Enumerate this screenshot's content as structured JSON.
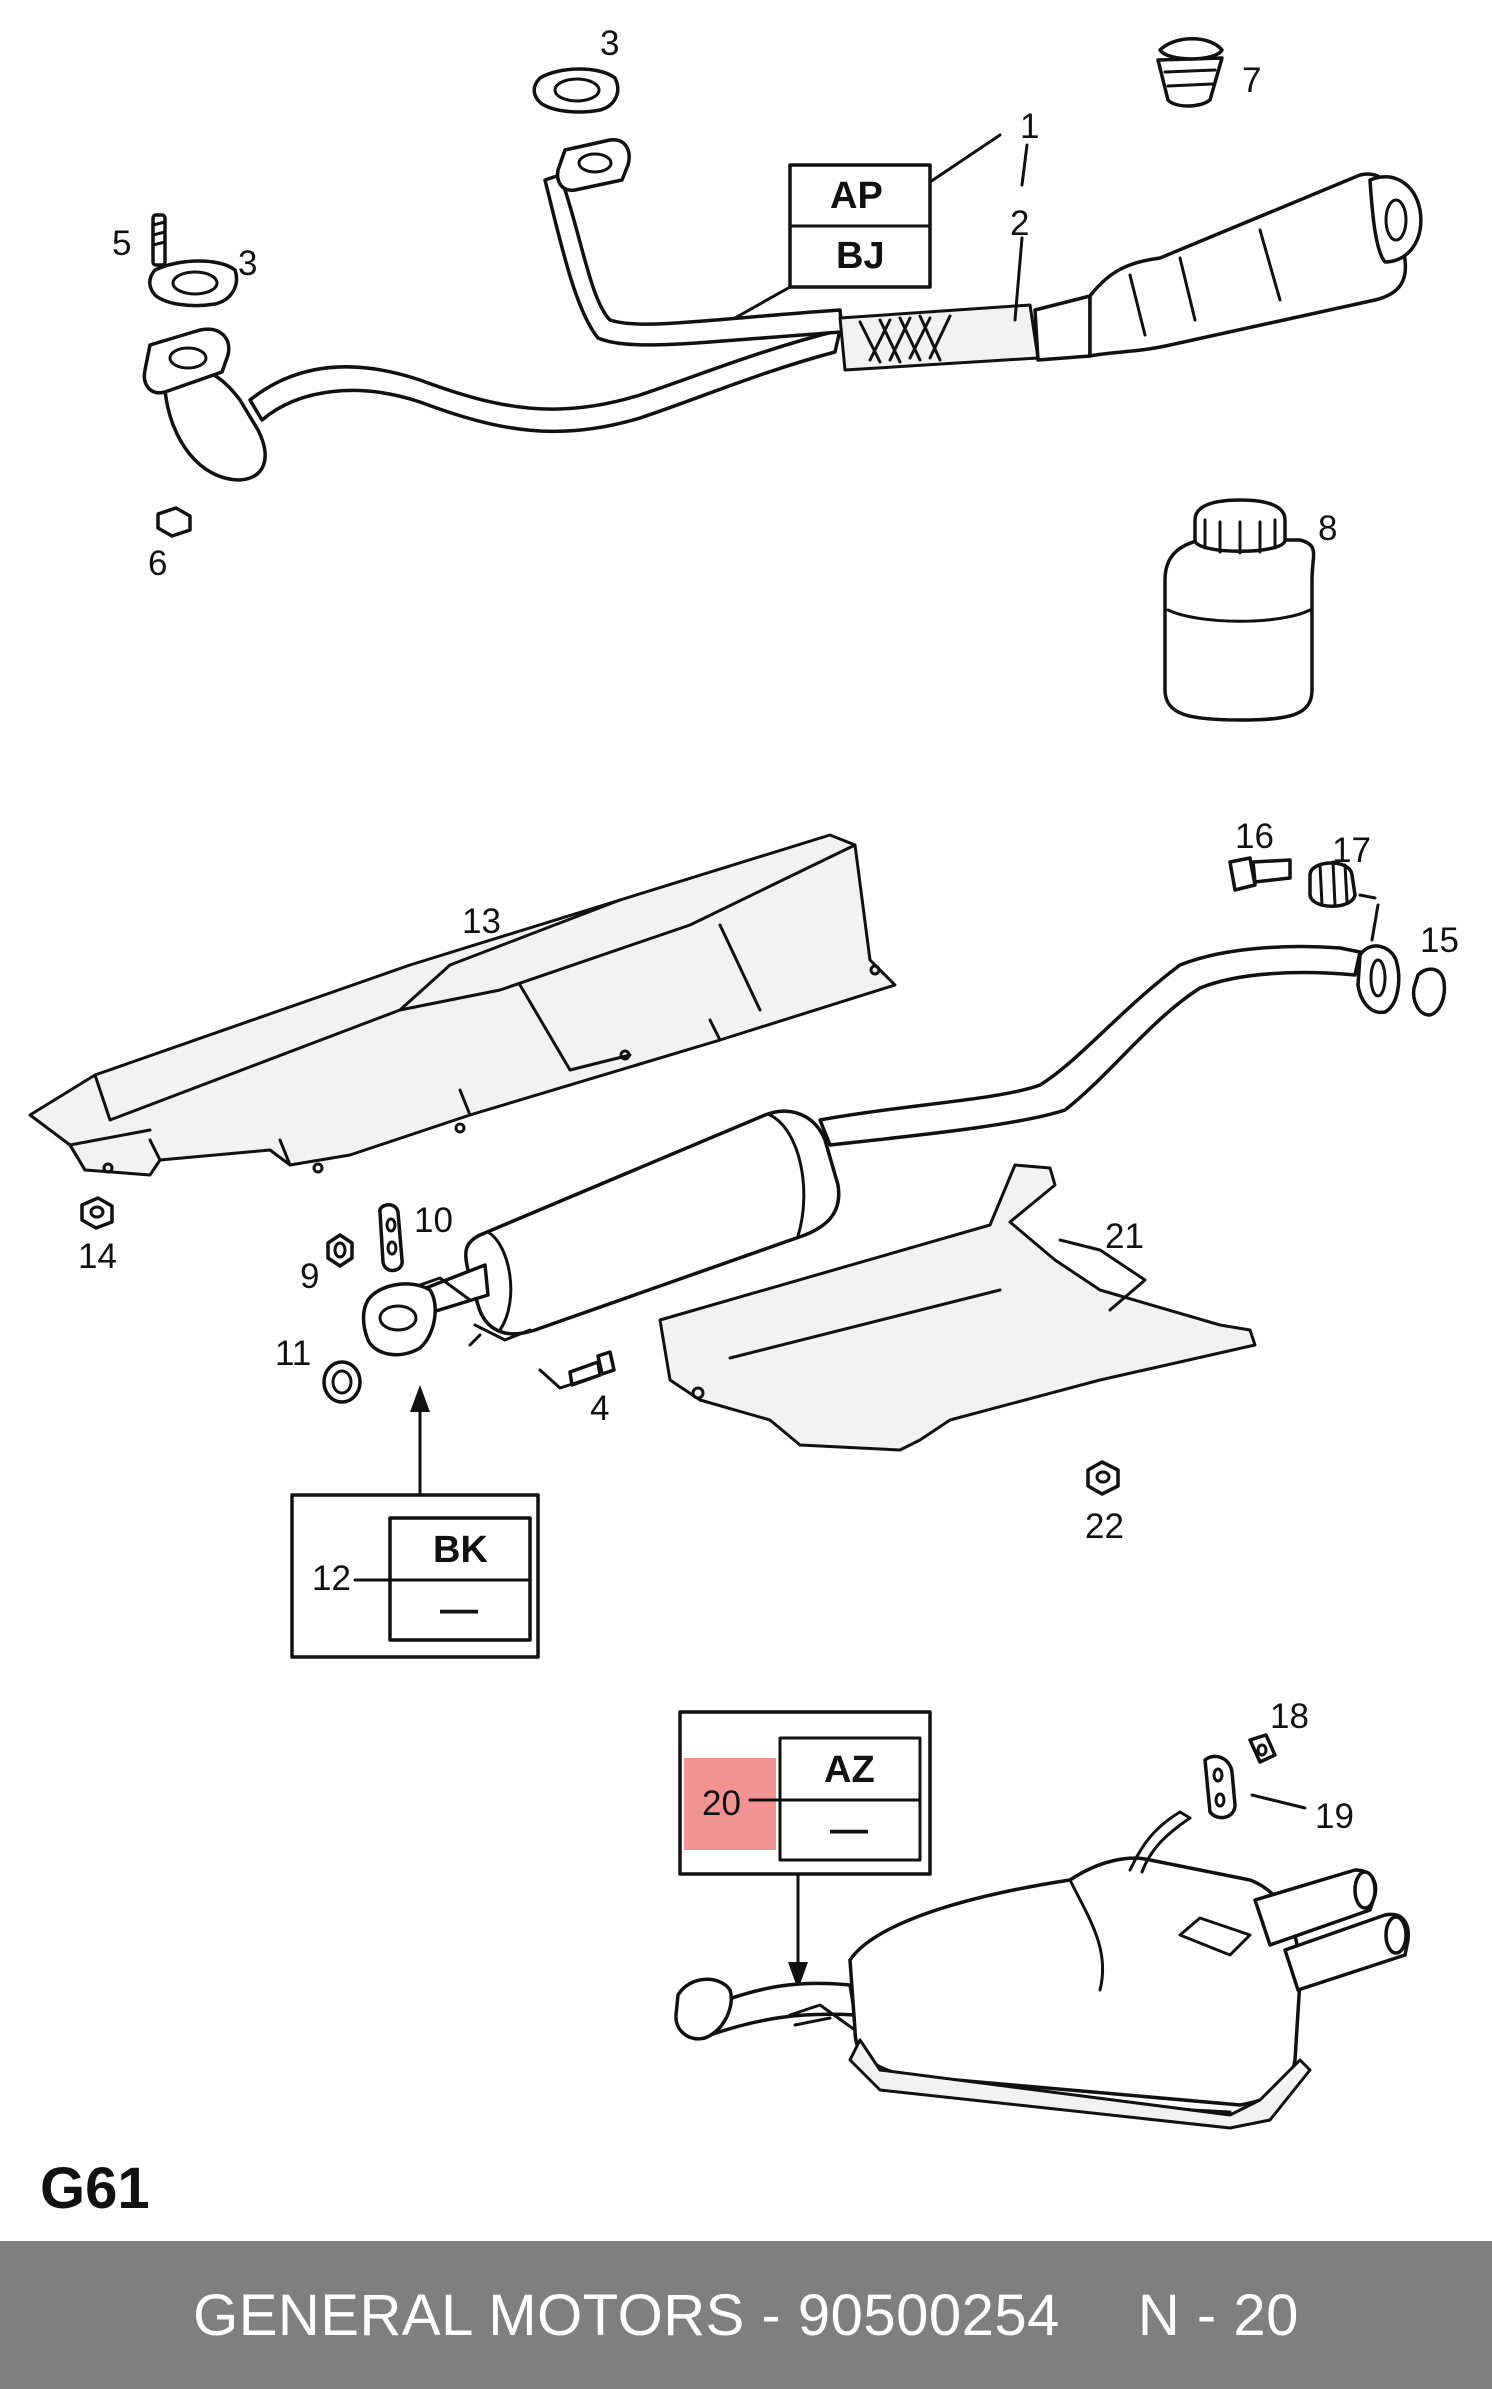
{
  "callouts": {
    "c1": "1",
    "c2": "2",
    "c3a": "3",
    "c3b": "3",
    "c4": "4",
    "c5": "5",
    "c6": "6",
    "c7": "7",
    "c8": "8",
    "c9": "9",
    "c10": "10",
    "c11": "11",
    "c12": "12",
    "c13": "13",
    "c14": "14",
    "c15": "15",
    "c16": "16",
    "c17": "17",
    "c18": "18",
    "c19": "19",
    "c20": "20",
    "c21": "21",
    "c22": "22"
  },
  "code_boxes": {
    "ap": "AP",
    "bj": "BJ",
    "bk": "BK",
    "bk_dash": "—",
    "az": "AZ",
    "az_dash": "—"
  },
  "highlight": {
    "part": "20",
    "color": "#f08080"
  },
  "page_code": "G61",
  "footer": {
    "brand": "GENERAL MOTORS",
    "separator": "-",
    "part_number": "90500254",
    "position": "N - 20",
    "background": "#7f7f7f"
  }
}
